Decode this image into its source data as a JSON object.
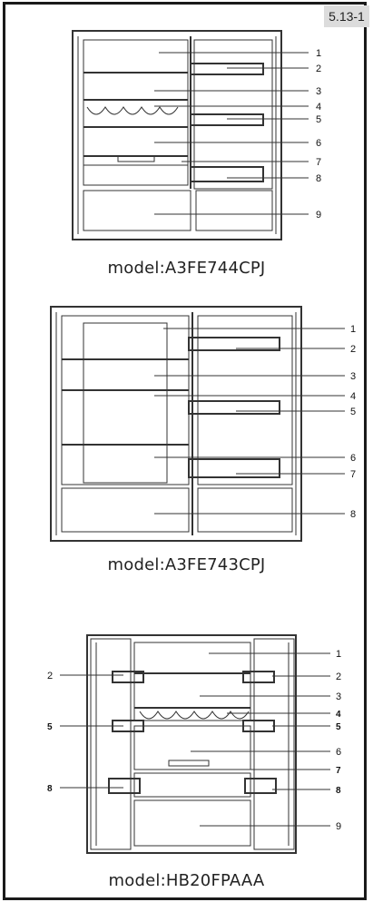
{
  "page": {
    "section_tag": "5.13-1"
  },
  "figures": [
    {
      "model_label": "model:A3FE744CPJ",
      "callouts": [
        "1",
        "2",
        "3",
        "4",
        "5",
        "6",
        "7",
        "8",
        "9"
      ]
    },
    {
      "model_label": "model:A3FE743CPJ",
      "callouts": [
        "1",
        "2",
        "3",
        "4",
        "5",
        "6",
        "7",
        "8"
      ]
    },
    {
      "model_label": "model:HB20FPAAA",
      "callouts_right": [
        "1",
        "2",
        "3",
        "4",
        "5",
        "6",
        "7",
        "8",
        "9"
      ],
      "callouts_left": [
        "2",
        "5",
        "8"
      ]
    }
  ]
}
